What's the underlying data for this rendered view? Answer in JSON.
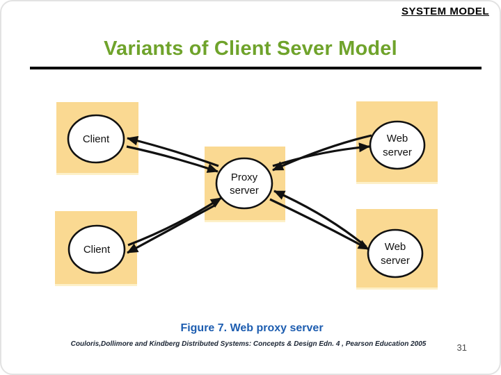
{
  "slide": {
    "header_label": "SYSTEM MODEL",
    "title": "Variants of Client Sever Model",
    "caption": "Figure 7. Web proxy server",
    "attribution": "Couloris,Dollimore and Kindberg  Distributed Systems: Concepts & Design  Edn. 4 , Pearson Education 2005",
    "page_number": "31"
  },
  "diagram": {
    "client_top": "Client",
    "client_bottom": "Client",
    "proxy_line1": "Proxy",
    "proxy_line2": "server",
    "web_top_line1": "Web",
    "web_top_line2": "server",
    "web_bottom_line1": "Web",
    "web_bottom_line2": "server"
  },
  "colors": {
    "title_green": "#6FA32B",
    "caption_blue": "#1D5DB0",
    "node_square_fill": "#FAD992",
    "node_square_edge": "#FDF0C8",
    "ellipse_fill": "#FFFFFF",
    "arrow_black": "#111111"
  }
}
